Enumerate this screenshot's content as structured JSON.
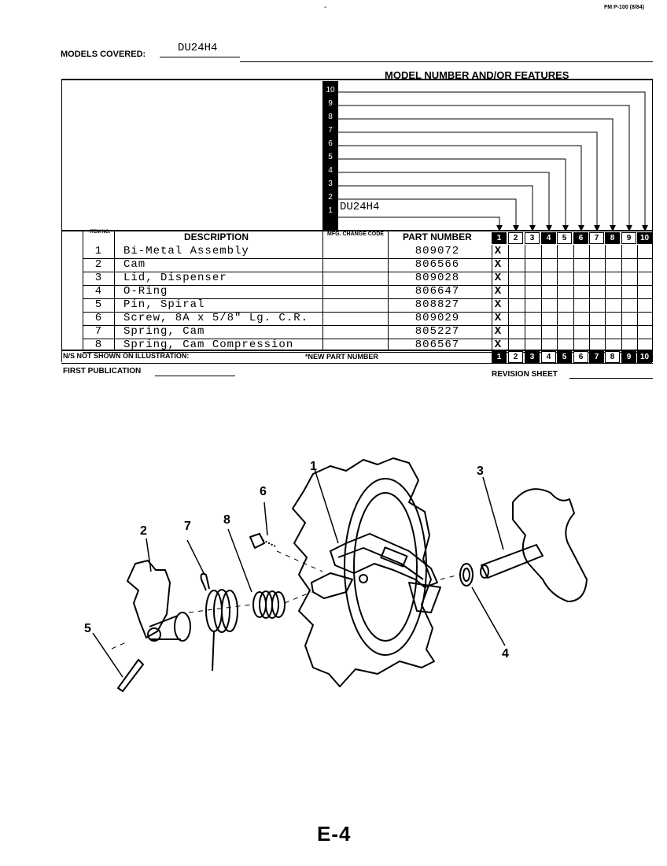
{
  "header": {
    "form_number": "FM P-100 (8/84)",
    "models_covered_label": "MODELS COVERED:",
    "models_covered_value": "DU24H4",
    "features_title": "MODEL NUMBER AND/OR FEATURES"
  },
  "model_rows": {
    "labels": [
      "10",
      "9",
      "8",
      "7",
      "6",
      "5",
      "4",
      "3",
      "2",
      "1"
    ],
    "model_1": "DU24H4"
  },
  "table": {
    "headers": {
      "item_no": "ITEM NO.",
      "description": "DESCRIPTION",
      "mfg_change_code": "MFG. CHANGE CODE",
      "part_number": "PART NUMBER"
    },
    "column_numbers": [
      "1",
      "2",
      "3",
      "4",
      "5",
      "6",
      "7",
      "8",
      "9",
      "10"
    ],
    "rows": [
      {
        "item": "1",
        "description": "Bi-Metal Assembly",
        "part_number": "809072",
        "mark": "X"
      },
      {
        "item": "2",
        "description": "Cam",
        "part_number": "806566",
        "mark": "X"
      },
      {
        "item": "3",
        "description": "Lid, Dispenser",
        "part_number": "809028",
        "mark": "X"
      },
      {
        "item": "4",
        "description": "O-Ring",
        "part_number": "806647",
        "mark": "X"
      },
      {
        "item": "5",
        "description": "Pin, Spiral",
        "part_number": "808827",
        "mark": "X"
      },
      {
        "item": "6",
        "description": "Screw, 8A x 5/8\" Lg. C.R.",
        "part_number": "809029",
        "mark": "X"
      },
      {
        "item": "7",
        "description": "Spring, Cam",
        "part_number": "805227",
        "mark": "X"
      },
      {
        "item": "8",
        "description": "Spring, Cam Compression",
        "part_number": "806567",
        "mark": "X"
      }
    ],
    "footer_ns": "N/S NOT SHOWN ON ILLUSTRATION:",
    "footer_new_part": "*NEW PART NUMBER"
  },
  "publication": {
    "first_publication_label": "FIRST PUBLICATION",
    "revision_sheet_label": "REVISION SHEET"
  },
  "diagram": {
    "callouts": [
      "1",
      "2",
      "3",
      "4",
      "5",
      "6",
      "7",
      "8"
    ]
  },
  "page_number": "E-4"
}
